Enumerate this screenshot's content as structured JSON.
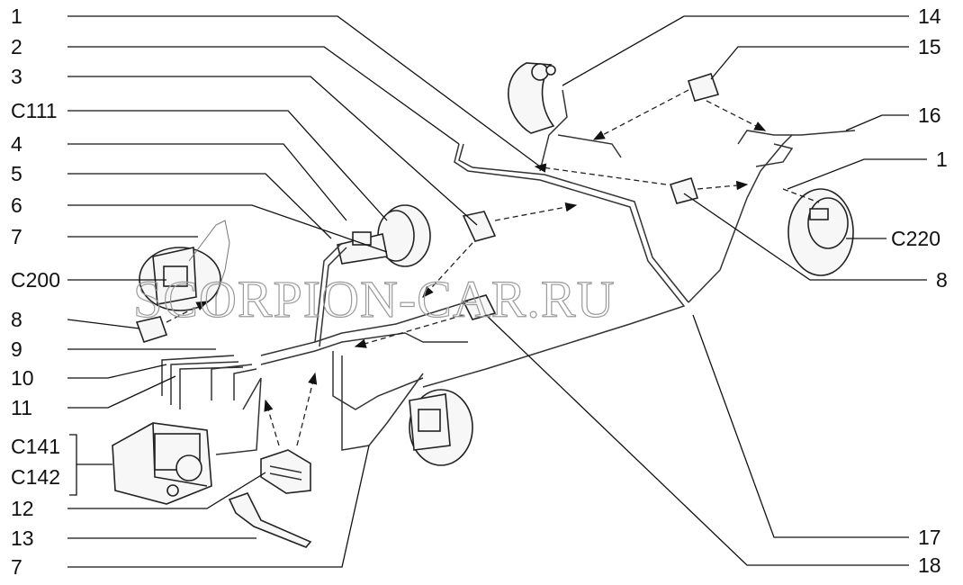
{
  "labels_left": [
    "1",
    "2",
    "3",
    "C111",
    "4",
    "5",
    "6",
    "7",
    "C200",
    "8",
    "9",
    "10",
    "11",
    "C141",
    "C142",
    "12",
    "13",
    "7"
  ],
  "labels_right": [
    "14",
    "15",
    "16",
    "1",
    "C220",
    "8",
    "17",
    "18"
  ],
  "watermark": "SCORPION-CAR.RU"
}
